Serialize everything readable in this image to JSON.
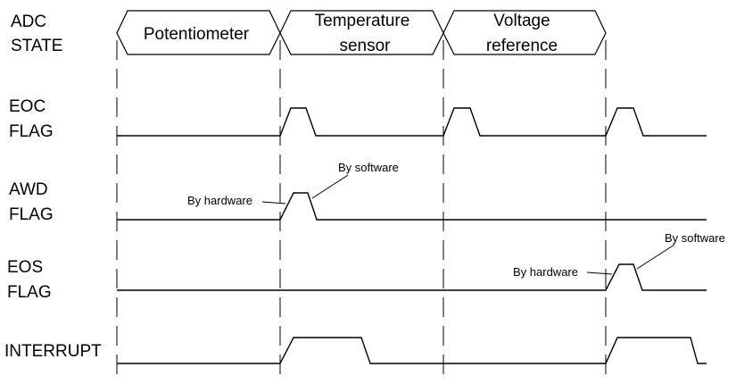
{
  "signals": {
    "adc_state": {
      "line1": "ADC",
      "line2": "STATE"
    },
    "eoc": {
      "line1": "EOC",
      "line2": "FLAG"
    },
    "awd": {
      "line1": "AWD",
      "line2": "FLAG"
    },
    "eos": {
      "line1": "EOS",
      "line2": "FLAG"
    },
    "interrupt": {
      "line1": "INTERRUPT"
    }
  },
  "states": [
    {
      "line1": "Potentiometer"
    },
    {
      "line1": "Temperature",
      "line2": "sensor"
    },
    {
      "line1": "Voltage",
      "line2": "reference"
    }
  ],
  "annotations": {
    "awd_by_hardware": "By hardware",
    "awd_by_software": "By software",
    "eos_by_hardware": "By hardware",
    "eos_by_software": "By software"
  }
}
